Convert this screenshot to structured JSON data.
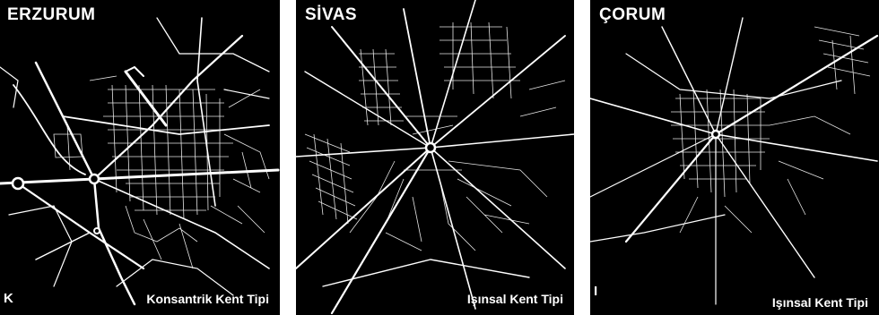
{
  "panels": [
    {
      "city": "ERZURUM",
      "type_label": "Konsantrik Kent Tipi",
      "edge_mark": "K"
    },
    {
      "city": "SİVAS",
      "type_label": "Işınsal Kent Tipi"
    },
    {
      "city": "ÇORUM",
      "type_label": "Işınsal Kent Tipi",
      "edge_mark": "I"
    }
  ],
  "colors": {
    "background": "#000000",
    "roads": "#ffffff"
  }
}
